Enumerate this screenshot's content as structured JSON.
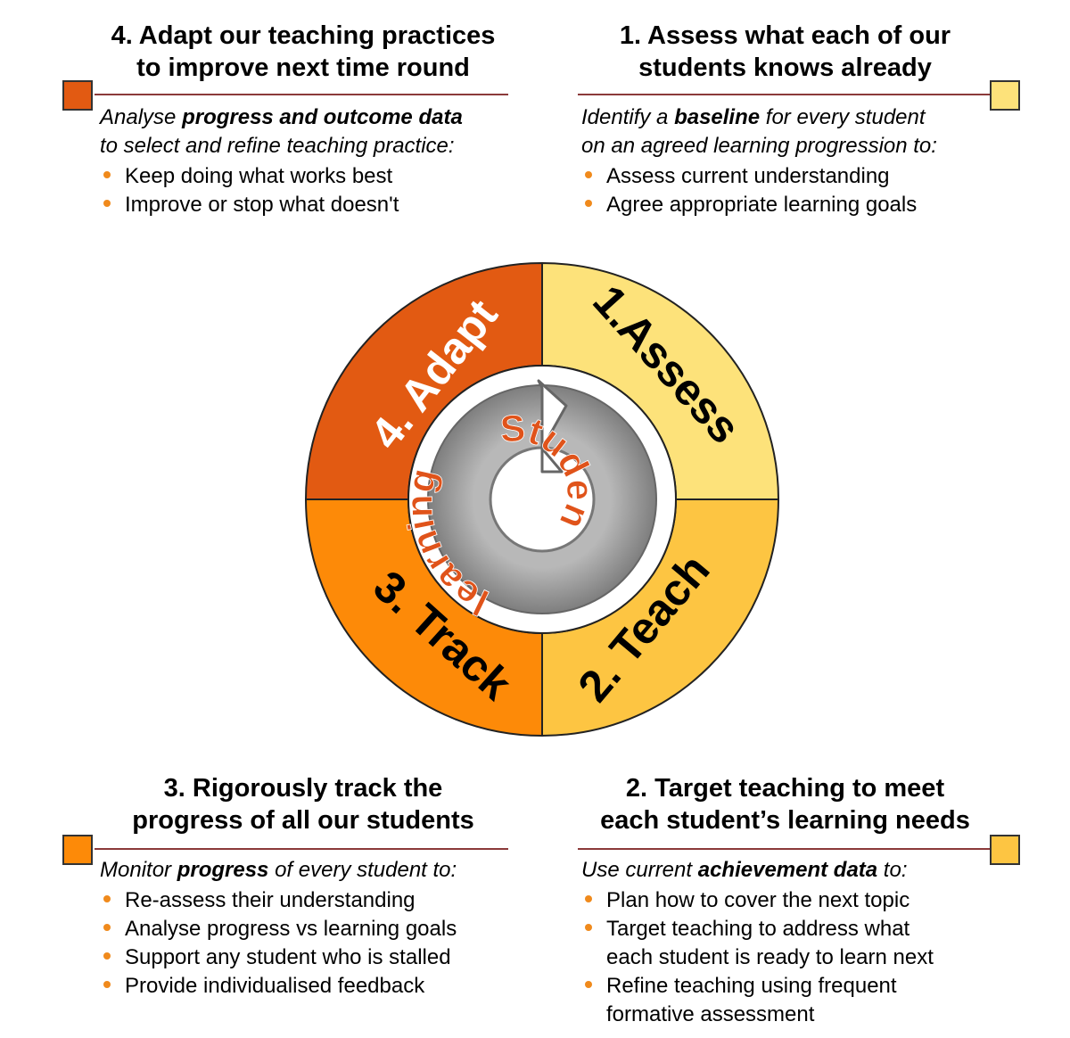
{
  "colors": {
    "adapt": "#e25a12",
    "assess": "#fde27a",
    "teach": "#fdc542",
    "track": "#fd8a08",
    "rule": "#8b3a3a",
    "bullet": "#f08a1c",
    "cycle_text": "#e0531a",
    "ring_grey": "#9a9a9a"
  },
  "quadrants": {
    "adapt": {
      "title_lines": [
        "4. Adapt our teaching practices",
        "to improve next time round"
      ],
      "intro": {
        "pre": "Analyse ",
        "bold": "progress and outcome data",
        "post": ""
      },
      "intro_line2": "to select and refine teaching practice:",
      "bullets": [
        "Keep doing what works best",
        "Improve or stop what doesn't"
      ],
      "square_icon": "orange-square-icon"
    },
    "assess": {
      "title_lines": [
        "1. Assess what each of our",
        "students knows already"
      ],
      "intro": {
        "pre": "Identify a ",
        "bold": "baseline",
        "post": " for every student"
      },
      "intro_line2": "on an agreed learning progression to:",
      "bullets": [
        "Assess current understanding",
        "Agree appropriate learning goals"
      ],
      "square_icon": "yellow-square-icon"
    },
    "track": {
      "title_lines": [
        "3. Rigorously track the",
        "progress of all our students"
      ],
      "intro": {
        "pre": "Monitor ",
        "bold": "progress",
        "post": " of every student to:"
      },
      "intro_line2": "",
      "bullets": [
        "Re-assess their understanding",
        "Analyse progress vs learning goals",
        "Support any student who is stalled",
        "Provide individualised feedback"
      ],
      "square_icon": "orange-square-icon"
    },
    "teach": {
      "title_lines": [
        "2. Target teaching to meet",
        "each student’s learning needs"
      ],
      "intro": {
        "pre": "Use current ",
        "bold": "achievement data",
        "post": " to:"
      },
      "intro_line2": "",
      "bullets": [
        "Plan how to cover the next topic",
        "Target teaching to address what\neach student is ready to learn next",
        "Refine teaching using frequent\nformative assessment"
      ],
      "square_icon": "gold-square-icon"
    }
  },
  "wheel": {
    "segments": {
      "adapt": "4. Adapt",
      "assess": "1.Assess",
      "teach": "2. Teach",
      "track": "3. Track"
    },
    "center_word_1": "Student",
    "center_word_2": "learning"
  }
}
